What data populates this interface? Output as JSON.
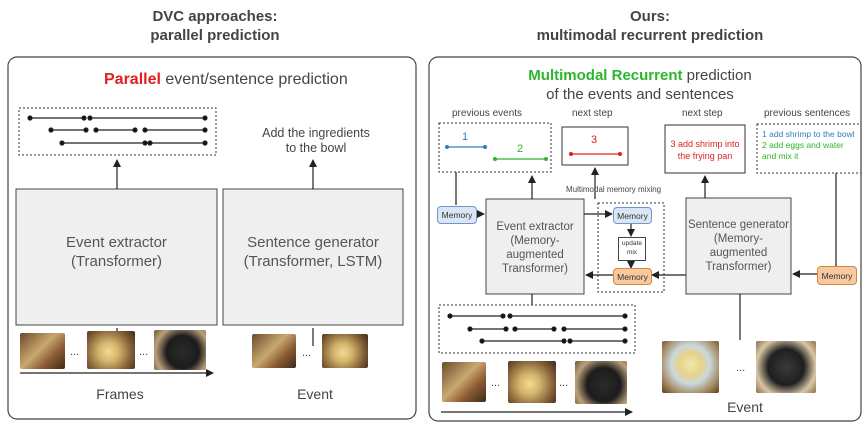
{
  "headers": {
    "left_line1": "DVC approaches:",
    "left_line2": "parallel prediction",
    "right_line1": "Ours:",
    "right_line2": "multimodal recurrent prediction"
  },
  "left_panel": {
    "title_highlight": "Parallel",
    "title_rest": " event/sentence prediction",
    "caption_line1": "Add the ingredients",
    "caption_line2": "to the bowl",
    "event_extractor_line1": "Event extractor",
    "event_extractor_line2": "(Transformer)",
    "sentence_generator_line1": "Sentence generator",
    "sentence_generator_line2": "(Transformer, LSTM)",
    "frames_label": "Frames",
    "event_label": "Event",
    "dots": "..."
  },
  "right_panel": {
    "title_highlight": "Multimodal Recurrent",
    "title_rest": " prediction",
    "title_line2": "of the events and sentences",
    "previous_events": "previous events",
    "next_step_left": "next  step",
    "next_step_right": "next  step",
    "previous_sentences": "previous sentences",
    "event_1": "1",
    "event_2": "2",
    "event_3": "3",
    "next_sentence_line1": "3 add shrimp into",
    "next_sentence_line2": "the frying pan",
    "prev_sentence_1": "1 add shrimp to the bowl",
    "prev_sentence_2a": "2 add eggs and water",
    "prev_sentence_2b": "and mix it",
    "memory_mixing": "Multimodal memory mixing",
    "memory": "Memory",
    "update": "update",
    "mix": "mix",
    "event_extractor_line1": "Event extractor",
    "event_extractor_line2": "(Memory-",
    "event_extractor_line3": "augmented",
    "event_extractor_line4": "Transformer)",
    "sentence_generator_line1": "Sentence generator",
    "sentence_generator_line2": "(Memory-",
    "sentence_generator_line3": "augmented",
    "sentence_generator_line4": "Transformer)",
    "event_label": "Event",
    "dots": "..."
  },
  "colors": {
    "red": "#e02020",
    "green": "#2db52d",
    "blue": "#2f7fc1",
    "memory_blue": "#dbe6f5",
    "memory_orange": "#f8c9a0",
    "box_fill": "#efefef"
  },
  "icons": [
    "video-frame-thumbnail"
  ]
}
